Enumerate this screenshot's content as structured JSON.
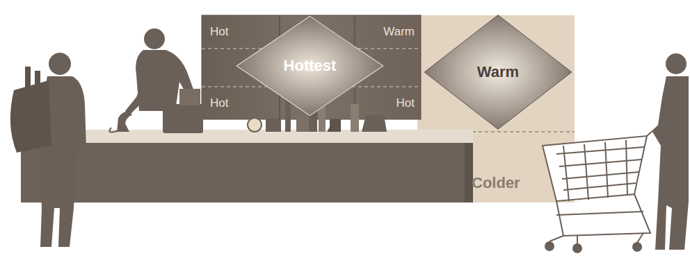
{
  "diagram": {
    "nodes": [
      {
        "text": [
          "Hot"
        ]
      },
      {
        "text": [
          "Warm"
        ]
      },
      {
        "text": [
          "Hottest"
        ]
      },
      {
        "text": [
          "Hot"
        ]
      },
      {
        "text": [
          "Hot"
        ]
      },
      {
        "text": [
          "Warm"
        ]
      },
      {
        "text": [
          "Colder"
        ]
      }
    ]
  }
}
